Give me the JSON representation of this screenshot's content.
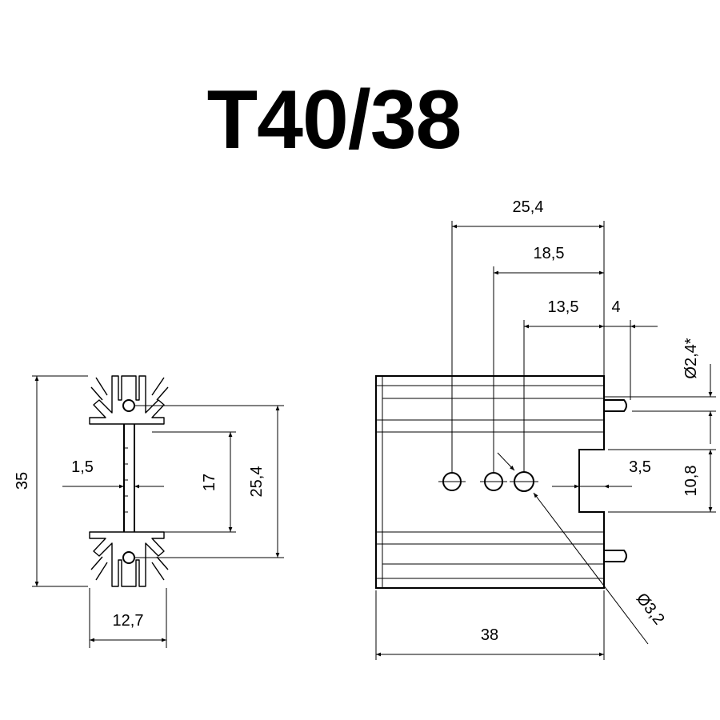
{
  "title": "T40/38",
  "side_view": {
    "dims": {
      "height_total": "35",
      "fin_thickness": "1,5",
      "inner_spacing": "17",
      "hole_spacing": "25,4",
      "base_width": "12,7"
    }
  },
  "front_view": {
    "dims": {
      "top_25_4": "25,4",
      "top_18_5": "18,5",
      "top_13_5": "13,5",
      "top_4": "4",
      "pin_diameter": "Ø2,4*",
      "slot_width": "3,5",
      "slot_height": "10,8",
      "hole_diameter": "Ø3,2",
      "width_total": "38"
    }
  },
  "colors": {
    "line": "#000000",
    "background": "#ffffff"
  }
}
